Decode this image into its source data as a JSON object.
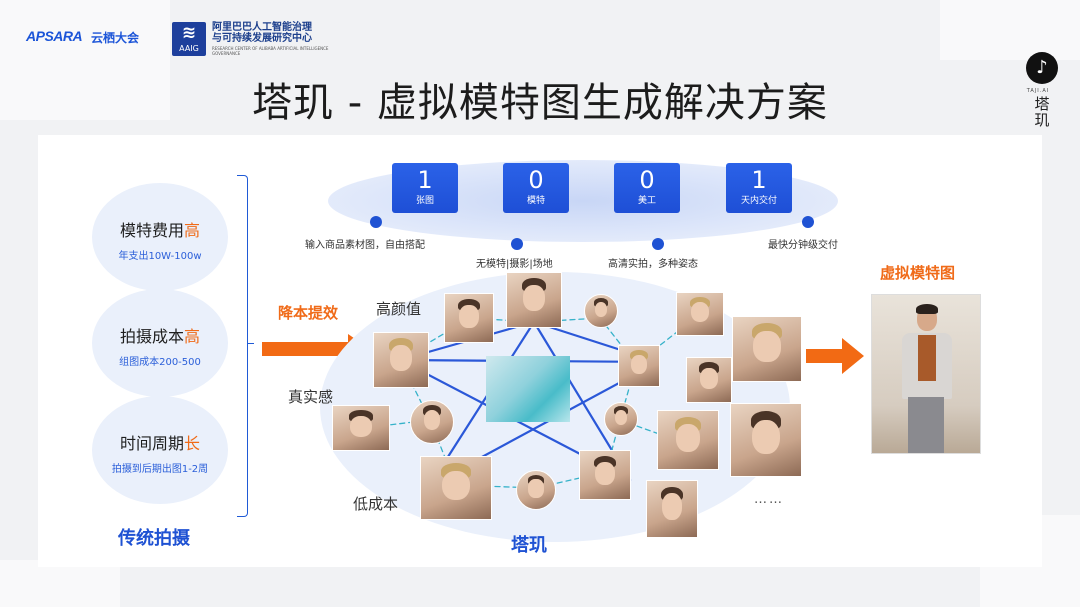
{
  "header": {
    "apsara_brand": "APSARA",
    "apsara_event": "云栖大会",
    "aaig_badge": "AAIG",
    "aaig_badge_glyph": "≋",
    "aaig_name_line1": "阿里巴巴人工智能治理",
    "aaig_name_line2": "与可持续发展研究中心",
    "aaig_name_en": "RESEARCH CENTER OF ALIBABA ARTIFICIAL INTELLIGENCE GOVERNANCE",
    "title": "塔玑 - 虚拟模特图生成解决方案",
    "tj_logo_glyph": "♪",
    "tj_logo_en": "TAJI.AI",
    "tj_logo_cn": "塔玑"
  },
  "traditional": {
    "items": [
      {
        "title_prefix": "模特费用",
        "title_accent": "高",
        "subtitle": "年支出10W-100w"
      },
      {
        "title_prefix": "拍摄成本",
        "title_accent": "高",
        "subtitle": "组图成本200-500"
      },
      {
        "title_prefix": "时间周期",
        "title_accent": "长",
        "subtitle": "拍摄到后期出图1-2周"
      }
    ],
    "label": "传统拍摄"
  },
  "arrow_label": "降本提效",
  "stats": [
    {
      "value": "1",
      "unit": "张图"
    },
    {
      "value": "0",
      "unit": "模特"
    },
    {
      "value": "0",
      "unit": "美工"
    },
    {
      "value": "1",
      "unit": "天内交付"
    }
  ],
  "captions": [
    "输入商品素材图，自由搭配",
    "无模特|摄影|场地",
    "高清实拍，多种姿态",
    "最快分钟级交付"
  ],
  "features": [
    "高颜值",
    "真实感",
    "低成本"
  ],
  "taji_label": "塔玑",
  "more": "……",
  "virtual_model_label": "虚拟模特图",
  "colors": {
    "brand_blue": "#1f52d3",
    "accent_orange": "#f06b19"
  }
}
